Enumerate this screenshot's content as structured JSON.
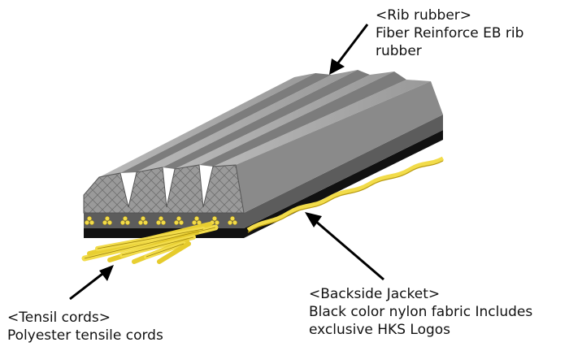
{
  "labels": {
    "rib_rubber": {
      "heading": "<Rib rubber>",
      "lines": [
        "Fiber Reinforce EB rib",
        "rubber"
      ]
    },
    "backside_jacket": {
      "heading": "<Backside Jacket>",
      "lines": [
        "Black color nylon fabric Includes",
        "exclusive HKS Logos"
      ]
    },
    "tensil_cords": {
      "heading": "<Tensil cords>",
      "lines": [
        "Polyester tensile cords"
      ]
    }
  },
  "colors": {
    "rib_face": "#8a8a8a",
    "rib_top": "#a9a9a9",
    "rib_groove": "#6a6a6a",
    "base_band": "#5c5c5c",
    "jacket": "#111111",
    "cord": "#f2dc4a",
    "cord_dark": "#b89a10",
    "arrow": "#000000"
  },
  "icons": {
    "arrow": "arrow-icon"
  }
}
